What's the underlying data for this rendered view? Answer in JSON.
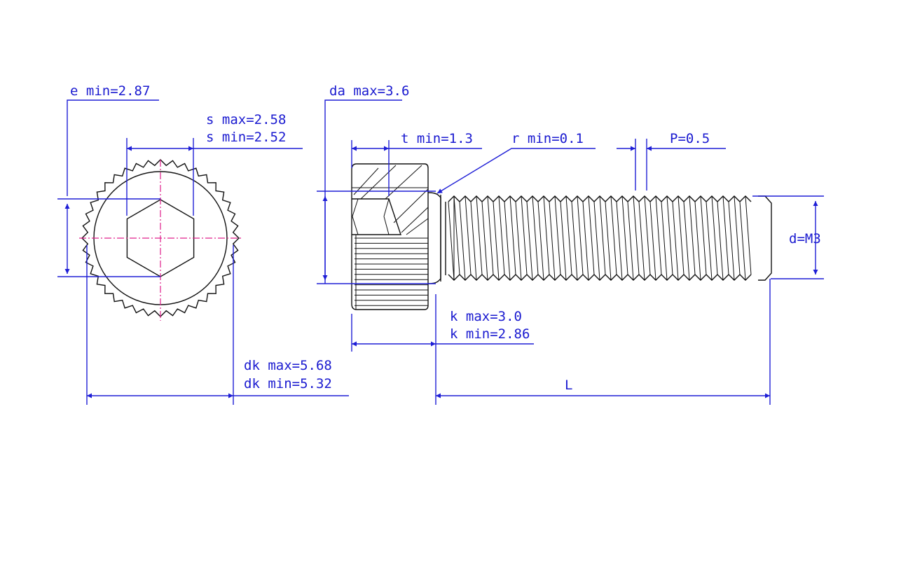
{
  "drawing": {
    "labels": {
      "e_min": "e min=2.87",
      "s_max": "s max=2.58",
      "s_min": "s min=2.52",
      "da_max": "da max=3.6",
      "t_min": "t min=1.3",
      "r_min": "r min=0.1",
      "pitch": "P=0.5",
      "thread_d": "d=M3",
      "k_max": "k max=3.0",
      "k_min": "k min=2.86",
      "dk_max": "dk max=5.68",
      "dk_min": "dk min=5.32",
      "length": "L"
    },
    "colors": {
      "dimension": "#1e1ed6",
      "text": "#1a1ad0",
      "outline": "#111111",
      "centerline": "#e0208c"
    }
  }
}
